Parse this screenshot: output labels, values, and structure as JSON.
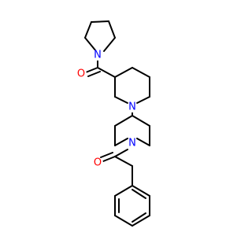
{
  "molecule": {
    "atoms": [
      {
        "id": "n_pyrrolidine",
        "symbol": "N",
        "color": "#0000ff"
      },
      {
        "id": "o_amide_top",
        "symbol": "O",
        "color": "#ff0000"
      },
      {
        "id": "n_piperidine_upper",
        "symbol": "N",
        "color": "#0000ff"
      },
      {
        "id": "n_piperidine_lower",
        "symbol": "N",
        "color": "#0000ff"
      },
      {
        "id": "o_amide_bottom",
        "symbol": "O",
        "color": "#ff0000"
      }
    ]
  }
}
